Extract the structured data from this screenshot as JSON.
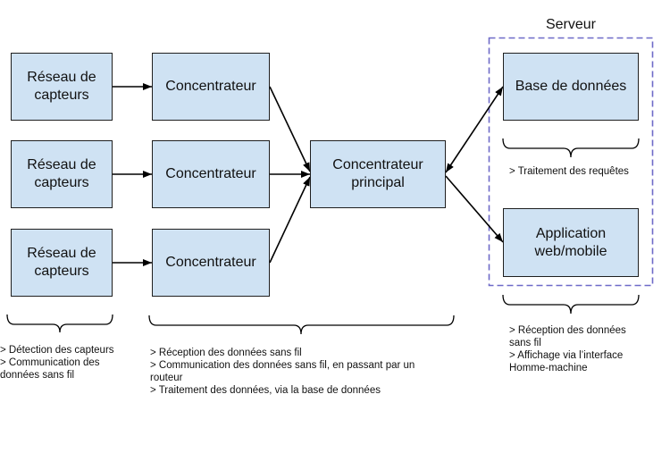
{
  "server": {
    "title": "Serveur"
  },
  "nodes": {
    "sensor_network_1": "Réseau de capteurs",
    "sensor_network_2": "Réseau de capteurs",
    "sensor_network_3": "Réseau de capteurs",
    "hub_1": "Concentrateur",
    "hub_2": "Concentrateur",
    "hub_3": "Concentrateur",
    "main_hub": "Concentrateur principal",
    "database": "Base de données",
    "app": "Application web/mobile"
  },
  "notes": {
    "sensors": [
      "> Détection des capteurs",
      "> Communication des données sans fil"
    ],
    "hubs": [
      "> Réception des données sans fil",
      "> Communication des données sans fil, en passant par un routeur",
      "> Traitement des données, via la base de données"
    ],
    "database": [
      "> Traitement des requêtes"
    ],
    "app": [
      "> Réception des données sans fil",
      "> Affichage via l’interface Homme-machine"
    ]
  },
  "colors": {
    "node_fill": "#cfe2f3",
    "node_border": "#1f1f1f",
    "server_border": "#6e6ac8"
  }
}
